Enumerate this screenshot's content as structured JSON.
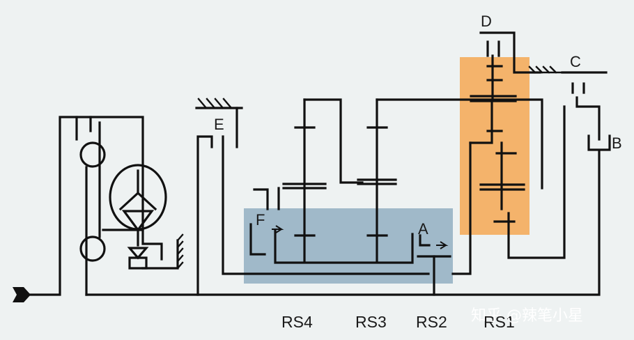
{
  "diagram": {
    "clutch_labels": {
      "D": "D",
      "C": "C",
      "E": "E",
      "B": "B",
      "F": "F",
      "A": "A"
    },
    "gearsets": [
      "RS4",
      "RS3",
      "RS2",
      "RS1"
    ],
    "watermark": "知乎 @辣笔小星",
    "colors": {
      "background": "#eef2f2",
      "line": "#111111",
      "blue_region": "#6f96b0",
      "orange_region": "#f5a853"
    }
  }
}
